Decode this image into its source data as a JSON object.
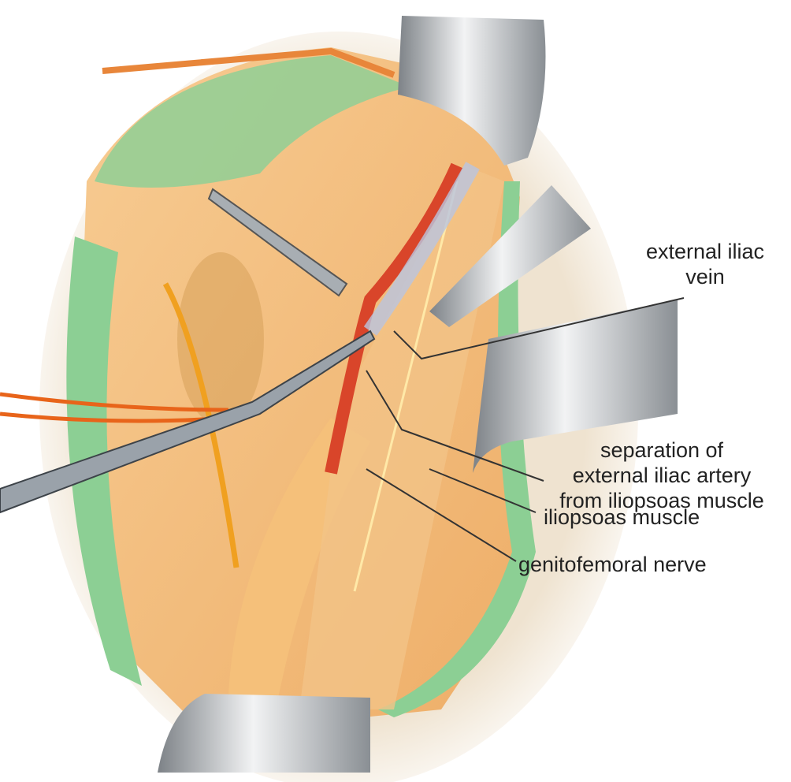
{
  "labels": {
    "external_iliac_vein": [
      "external iliac",
      "vein"
    ],
    "separation": [
      "separation of",
      "external iliac artery",
      "from iliopsoas muscle"
    ],
    "iliopsoas_muscle": "iliopsoas muscle",
    "genitofemoral_nerve": "genitofemoral nerve"
  },
  "colors": {
    "tissue": "#f2b56a",
    "fat": "#f7c98a",
    "peritoneum": "#7cc48a",
    "artery": "#d9452a",
    "retractor": "#b8bcc0",
    "leader": "#333333"
  }
}
